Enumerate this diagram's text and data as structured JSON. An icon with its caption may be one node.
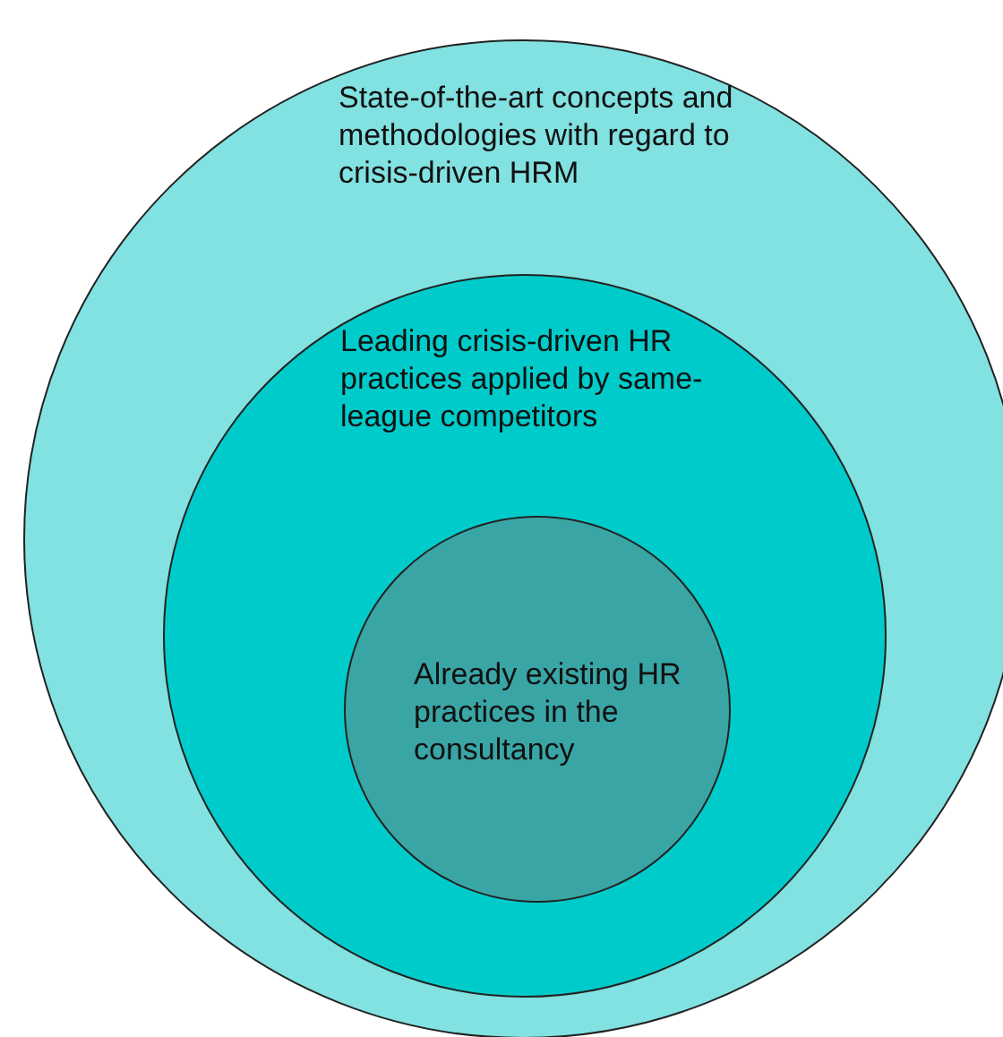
{
  "diagram": {
    "nodes": [
      {
        "text": [
          "State-of-the-art concepts and methodologies with regard to crisis-driven HRM"
        ]
      },
      {
        "text": [
          "Leading crisis-driven HR practices applied by same-league competitors"
        ],
        "in": 0
      },
      {
        "text": [
          "Already existing HR practices in the consultancy"
        ],
        "in": 1
      }
    ]
  }
}
